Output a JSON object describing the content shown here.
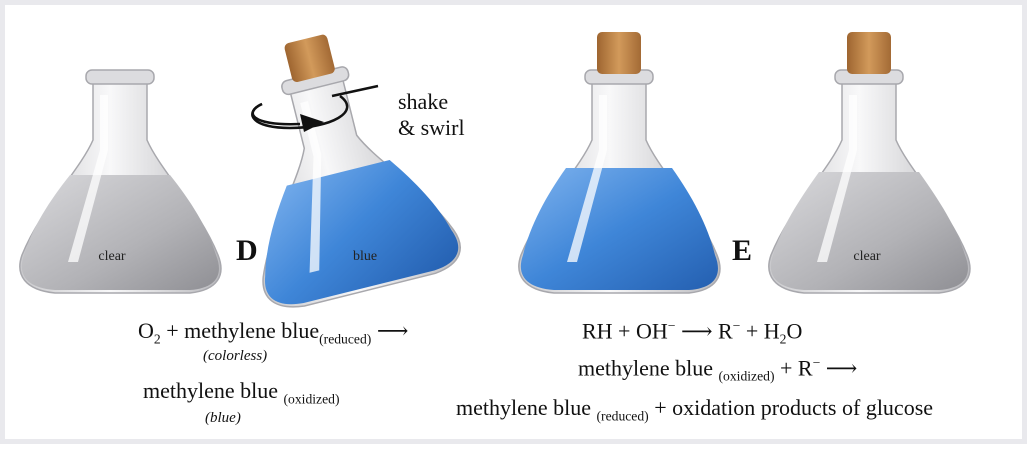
{
  "flasks": [
    {
      "label": "clear"
    },
    {
      "label": "blue"
    },
    {
      "label": "clear"
    }
  ],
  "steps": {
    "d": "D",
    "e": "E"
  },
  "shake": {
    "line1": "shake",
    "line2": "& swirl"
  },
  "left_eq": {
    "o": "O",
    "o_sub": "2",
    "plus_mb": "+ methylene blue",
    "reduced": "(reduced)",
    "colorless": "(colorless)",
    "mb": "methylene blue",
    "oxidized": "(oxidized)",
    "blue": "(blue)"
  },
  "right_eq": {
    "line1_a": "RH + OH",
    "minus": "−",
    "line1_b": "R",
    "line1_c": "+ H",
    "h2o_sub": "2",
    "line1_d": "O",
    "line2_mb": "methylene blue",
    "line2_oxidized": "(oxidized)",
    "line2_plus": "+ R",
    "line3_mb": "methylene blue",
    "line3_reduced": "(reduced)",
    "line3_rest": "+ oxidation products of glucose"
  },
  "colors": {
    "frame": "#e9e9ed",
    "glass": "#eeeeef",
    "clear_liquid": "#b8b8bc",
    "blue_liquid": "#3f86d8",
    "cork": "#c4894b"
  }
}
